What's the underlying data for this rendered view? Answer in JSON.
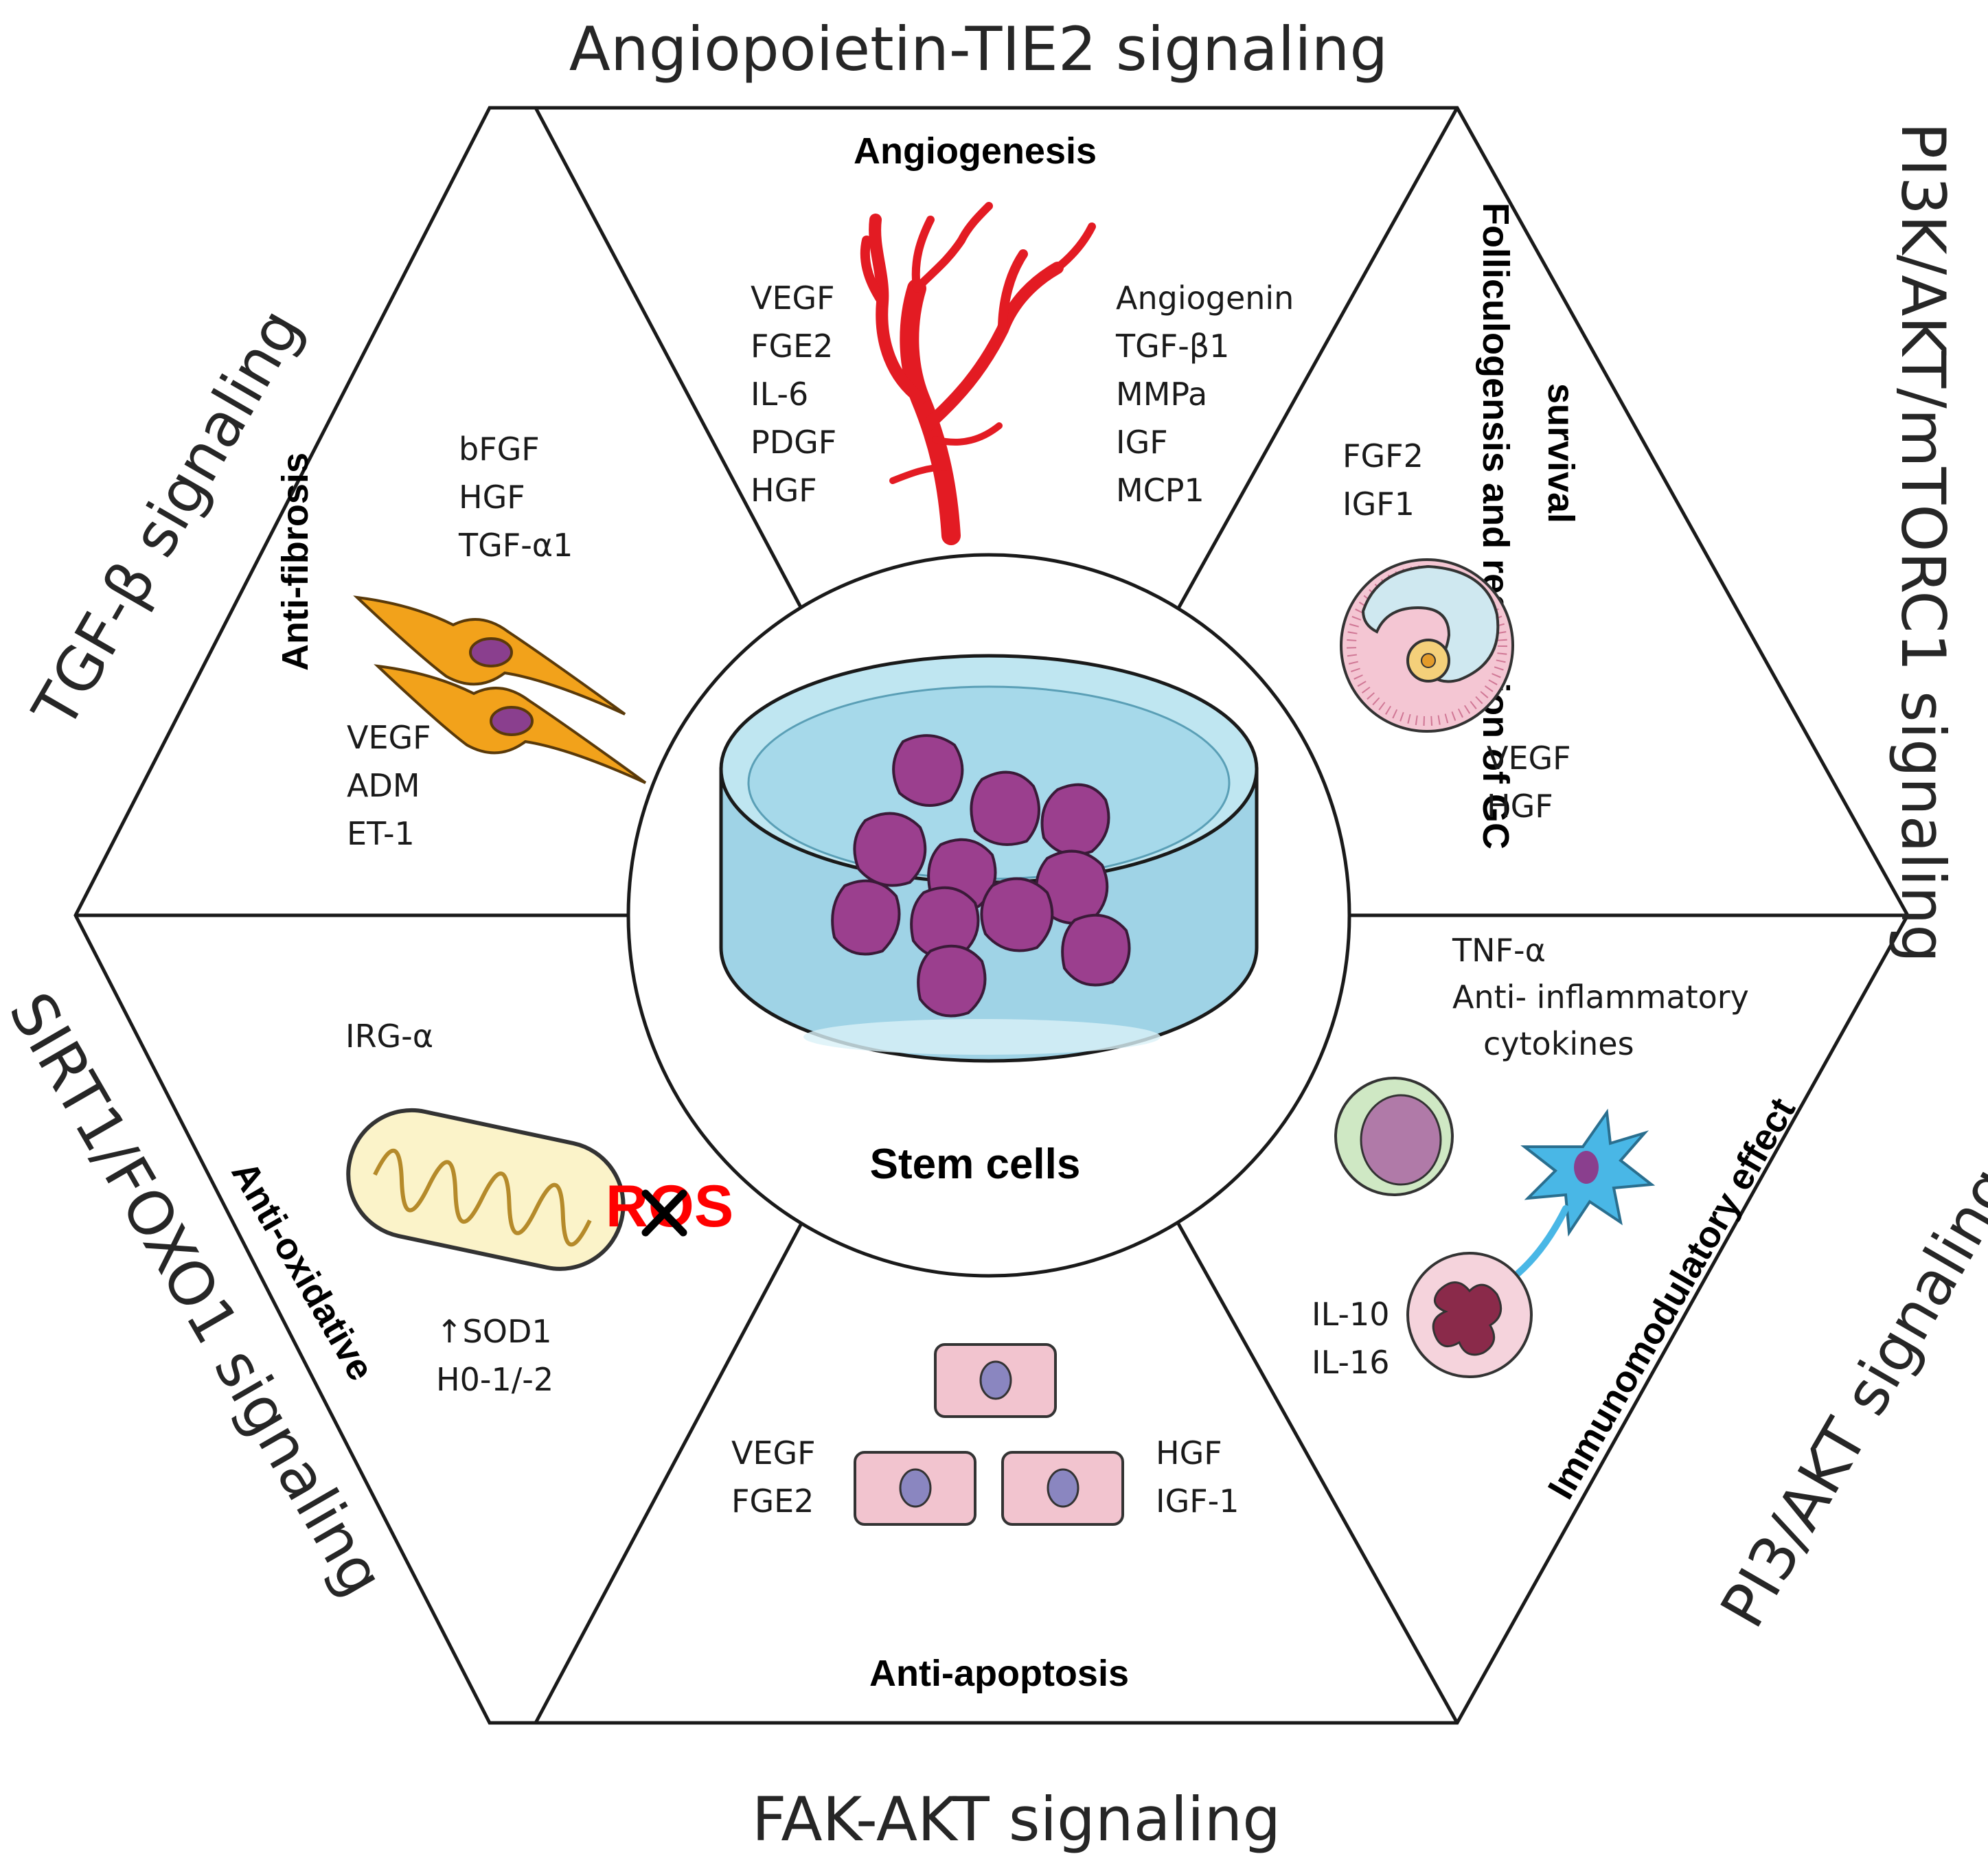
{
  "pathways": {
    "top": "Angiopoietin-TIE2 signaling",
    "upper_right": "PI3K/AKT/mTORC1 signaling",
    "lower_right": "PI3/AKT signaling",
    "bottom": "FAK-AKT signaling",
    "lower_left": "SIRT1/FOXO1 signaling",
    "upper_left": "TGF-β signaling"
  },
  "center": {
    "label": "Stem cells"
  },
  "sections": {
    "angiogenesis": {
      "title": "Angiogenesis",
      "left_factors": [
        "VEGF",
        "FGE2",
        "IL-6",
        "PDGF",
        "HGF"
      ],
      "right_factors": [
        "Angiogenin",
        "TGF-β1",
        "MMPa",
        "IGF",
        "MCP1"
      ]
    },
    "folliculogenesis": {
      "title_line1": "Folliculogensis and regulation of GC",
      "title_line2": "survival",
      "top_factors": [
        "FGF2",
        "IGF1"
      ],
      "bottom_factors": [
        "VEGF",
        "HGF"
      ]
    },
    "immunomodulatory": {
      "title": "Immunomodulatory effect",
      "top_factors": [
        "TNF-α",
        "Anti- inflammatory",
        "cytokines"
      ],
      "bottom_factors": [
        "IL-10",
        "IL-16"
      ]
    },
    "anti_apoptosis": {
      "title": "Anti-apoptosis",
      "left_factors": [
        "VEGF",
        "FGE2"
      ],
      "right_factors": [
        "HGF",
        "IGF-1"
      ]
    },
    "anti_oxidative": {
      "title": "Anti-oxidative",
      "top_factors": [
        "IRG-α"
      ],
      "ros_label": "ROS",
      "bottom_factors": [
        "↑SOD1",
        "H0-1/-2"
      ]
    },
    "anti_fibrosis": {
      "title": "Anti-fibrosis",
      "top_factors": [
        "bFGF",
        "HGF",
        "TGF-α1"
      ],
      "bottom_factors": [
        "VEGF",
        "ADM",
        "ET-1"
      ]
    }
  },
  "colors": {
    "vessel": "#e31b23",
    "stem_cell": "#9b3f8e",
    "dish": "#a9dbe9",
    "fibroblast": "#f2a21b",
    "apoptosis_cell": "#f2c4cf",
    "ros": "#ff0000"
  }
}
